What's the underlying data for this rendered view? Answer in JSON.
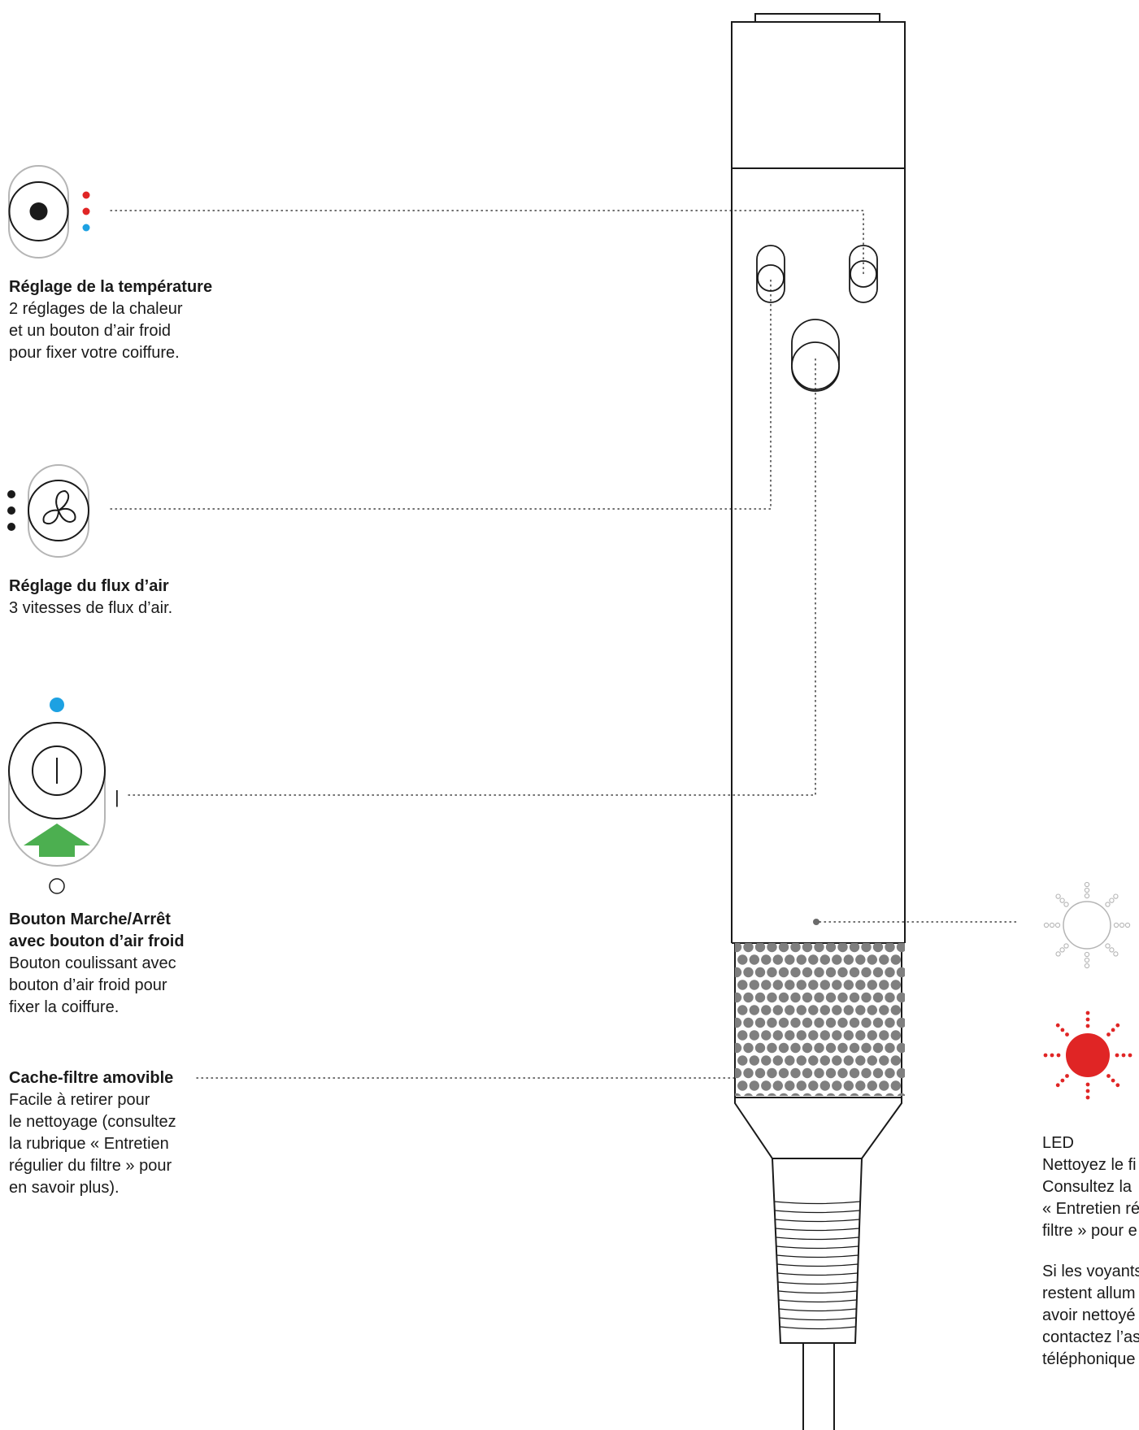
{
  "colors": {
    "stroke": "#1a1a1a",
    "red": "#e02525",
    "blue": "#1da1e2",
    "green": "#4caf50",
    "grille": "#7f7f7f",
    "muted": "#b5b5b5"
  },
  "callouts": {
    "temperature": {
      "title": "Réglage de la température",
      "lines": [
        "2 réglages de la chaleur",
        "et un bouton d’air froid",
        "pour fixer votre coiffure."
      ]
    },
    "airflow": {
      "title": "Réglage du flux d’air",
      "lines": [
        "3 vitesses de flux d’air."
      ]
    },
    "power": {
      "title_lines": [
        "Bouton Marche/Arrêt",
        "avec bouton d’air froid"
      ],
      "lines": [
        "Bouton coulissant avec",
        "bouton d’air froid pour",
        "fixer la coiffure."
      ],
      "switch_mark": "|"
    },
    "filter": {
      "title": "Cache-filtre amovible",
      "lines": [
        "Facile à retirer pour",
        "le nettoyage (consultez",
        "la rubrique « Entretien",
        "régulier du filtre » pour",
        "en savoir plus)."
      ]
    },
    "led": {
      "title": "LED",
      "lines": [
        "Nettoyez le fi",
        "Consultez la",
        "« Entretien ré",
        "filtre » pour e"
      ],
      "lines2": [
        "Si les voyants",
        "restent allum",
        "avoir nettoyé",
        "contactez l’as",
        "téléphonique"
      ]
    }
  },
  "icons": {
    "temperature": "temperature-dial-icon",
    "airflow": "fan-icon",
    "power": "power-icon",
    "arrow": "arrow-up-icon",
    "led_off": "led-off-icon",
    "led_on": "led-on-icon"
  }
}
